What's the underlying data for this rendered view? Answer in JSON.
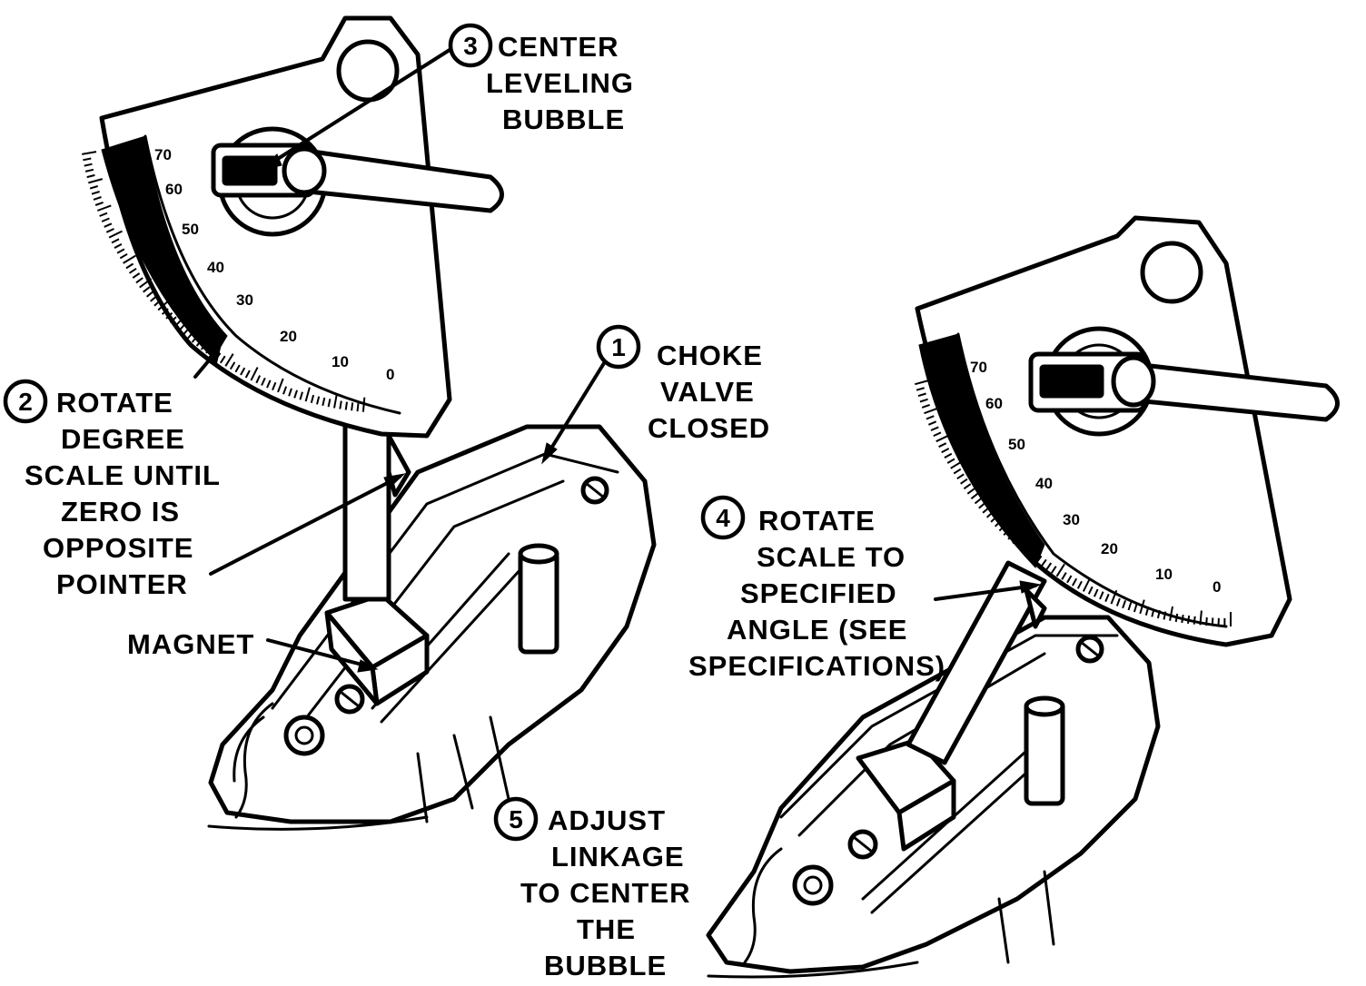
{
  "callouts": {
    "step1": {
      "number": "1",
      "lines": [
        "CHOKE",
        "VALVE",
        "CLOSED"
      ]
    },
    "step2": {
      "number": "2",
      "lines": [
        "ROTATE",
        "DEGREE",
        "SCALE UNTIL",
        "ZERO IS",
        "OPPOSITE",
        "POINTER"
      ]
    },
    "step3": {
      "number": "3",
      "lines": [
        "CENTER",
        "LEVELING",
        "BUBBLE"
      ]
    },
    "step4": {
      "number": "4",
      "lines": [
        "ROTATE",
        "SCALE TO",
        "SPECIFIED",
        "ANGLE (SEE",
        "SPECIFICATIONS)"
      ]
    },
    "step5": {
      "number": "5",
      "lines": [
        "ADJUST",
        "LINKAGE",
        "TO CENTER",
        "THE",
        "BUBBLE"
      ]
    },
    "magnet": {
      "label": "MAGNET"
    }
  },
  "left_scale": {
    "labels": [
      "70",
      "60",
      "50",
      "40",
      "30",
      "20",
      "10",
      "0"
    ]
  },
  "right_scale": {
    "labels": [
      "70",
      "60",
      "50",
      "40",
      "30",
      "20",
      "10",
      "0"
    ]
  },
  "colors": {
    "ink": "#000000",
    "paper": "#ffffff"
  }
}
